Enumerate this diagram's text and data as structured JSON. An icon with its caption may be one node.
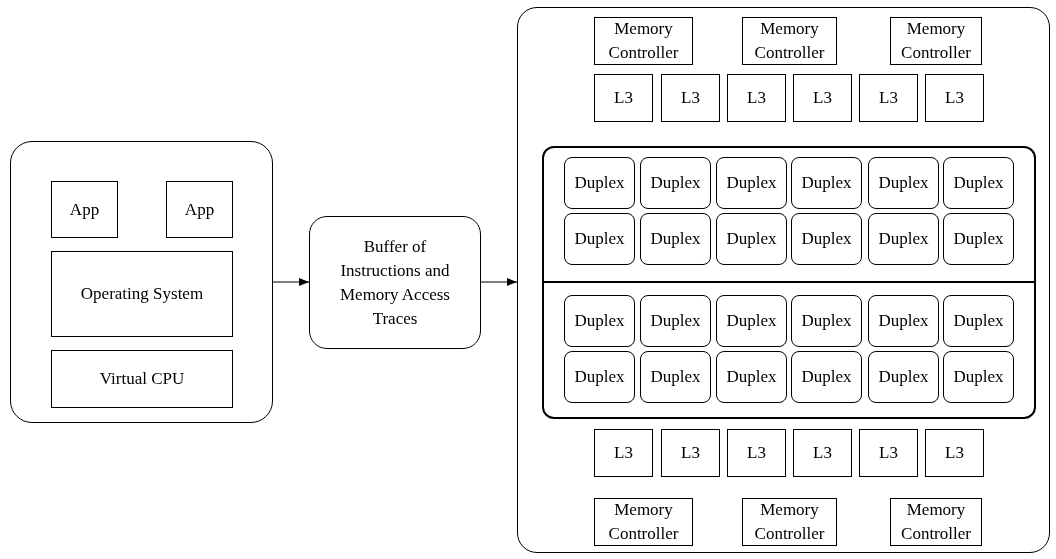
{
  "diagram": {
    "nodes": [
      {
        "text": [],
        "shape": "box"
      },
      {
        "text": [
          "App"
        ],
        "in": 0
      },
      {
        "text": [
          "App"
        ],
        "in": 0
      },
      {
        "text": [
          "Operating System"
        ],
        "in": 0
      },
      {
        "text": [
          "Virtual CPU"
        ],
        "in": 0
      },
      {
        "text": [
          "Buffer of Instructions and Memory Access Traces"
        ]
      },
      {
        "text": [],
        "shape": "box"
      },
      {
        "text": [
          "Memory Controller"
        ],
        "in": 6
      },
      {
        "text": [
          "Memory Controller"
        ],
        "in": 6
      },
      {
        "text": [
          "Memory Controller"
        ],
        "in": 6
      },
      {
        "text": [
          "L3"
        ],
        "in": 6
      },
      {
        "text": [
          "L3"
        ],
        "in": 6
      },
      {
        "text": [
          "L3"
        ],
        "in": 6
      },
      {
        "text": [
          "L3"
        ],
        "in": 6
      },
      {
        "text": [
          "L3"
        ],
        "in": 6
      },
      {
        "text": [
          "L3"
        ],
        "in": 6
      },
      {
        "text": [],
        "shape": "box",
        "in": 6
      },
      {
        "text": [],
        "shape": "box",
        "in": 16
      },
      {
        "text": [
          "Duplex"
        ],
        "in": 17
      },
      {
        "text": [
          "Duplex"
        ],
        "in": 17
      },
      {
        "text": [
          "Duplex"
        ],
        "in": 17
      },
      {
        "text": [
          "Duplex"
        ],
        "in": 17
      },
      {
        "text": [
          "Duplex"
        ],
        "in": 17
      },
      {
        "text": [
          "Duplex"
        ],
        "in": 17
      },
      {
        "text": [
          "Duplex"
        ],
        "in": 17
      },
      {
        "text": [
          "Duplex"
        ],
        "in": 17
      },
      {
        "text": [
          "Duplex"
        ],
        "in": 17
      },
      {
        "text": [
          "Duplex"
        ],
        "in": 17
      },
      {
        "text": [
          "Duplex"
        ],
        "in": 17
      },
      {
        "text": [
          "Duplex"
        ],
        "in": 17
      },
      {
        "text": [],
        "shape": "box",
        "in": 16
      },
      {
        "text": [
          "Duplex"
        ],
        "in": 30
      },
      {
        "text": [
          "Duplex"
        ],
        "in": 30
      },
      {
        "text": [
          "Duplex"
        ],
        "in": 30
      },
      {
        "text": [
          "Duplex"
        ],
        "in": 30
      },
      {
        "text": [
          "Duplex"
        ],
        "in": 30
      },
      {
        "text": [
          "Duplex"
        ],
        "in": 30
      },
      {
        "text": [
          "Duplex"
        ],
        "in": 30
      },
      {
        "text": [
          "Duplex"
        ],
        "in": 30
      },
      {
        "text": [
          "Duplex"
        ],
        "in": 30
      },
      {
        "text": [
          "Duplex"
        ],
        "in": 30
      },
      {
        "text": [
          "Duplex"
        ],
        "in": 30
      },
      {
        "text": [
          "Duplex"
        ],
        "in": 30
      },
      {
        "text": [
          "L3"
        ],
        "in": 6
      },
      {
        "text": [
          "L3"
        ],
        "in": 6
      },
      {
        "text": [
          "L3"
        ],
        "in": 6
      },
      {
        "text": [
          "L3"
        ],
        "in": 6
      },
      {
        "text": [
          "L3"
        ],
        "in": 6
      },
      {
        "text": [
          "L3"
        ],
        "in": 6
      },
      {
        "text": [
          "Memory Controller"
        ],
        "in": 6
      },
      {
        "text": [
          "Memory Controller"
        ],
        "in": 6
      },
      {
        "text": [
          "Memory Controller"
        ],
        "in": 6
      }
    ],
    "edges": [
      {
        "from": 0,
        "to": 5,
        "arrow": "to"
      },
      {
        "from": 5,
        "to": 6,
        "arrow": "to"
      }
    ]
  }
}
